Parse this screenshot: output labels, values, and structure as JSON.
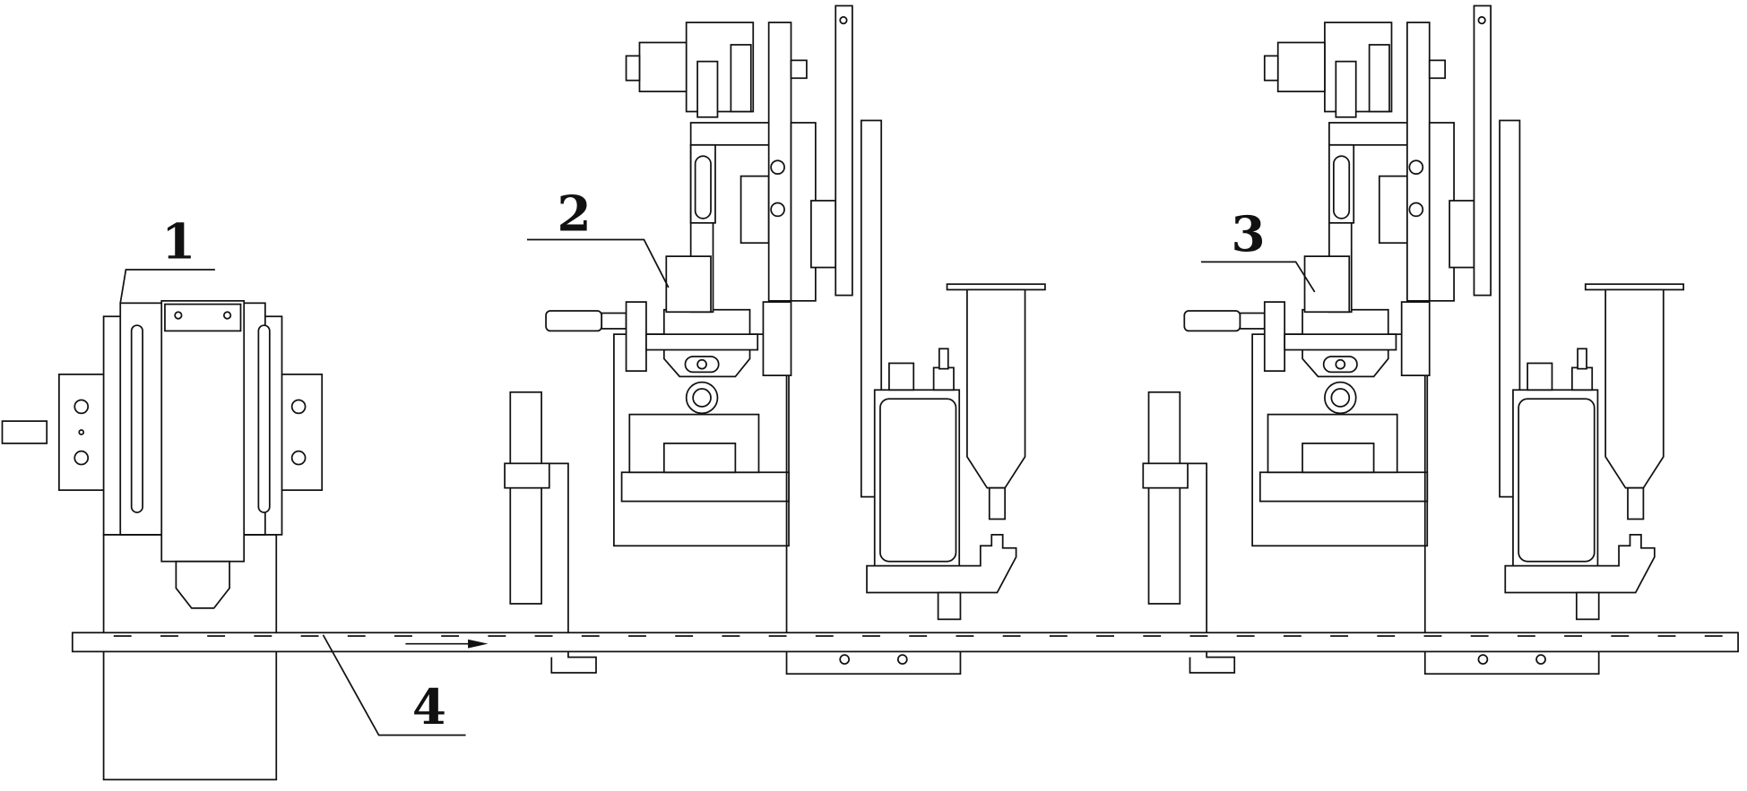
{
  "figure": {
    "labels": {
      "part1": "1",
      "part2": "2",
      "part3": "3",
      "part4": "4"
    },
    "line_color": "#111111",
    "background": "#ffffff"
  }
}
